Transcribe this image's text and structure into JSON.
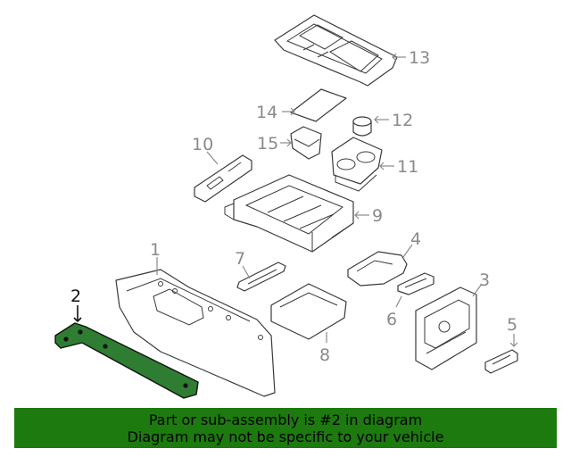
{
  "callouts": {
    "c1": "1",
    "c2": "2",
    "c3": "3",
    "c4": "4",
    "c5": "5",
    "c6": "6",
    "c7": "7",
    "c8": "8",
    "c9": "9",
    "c10": "10",
    "c11": "11",
    "c12": "12",
    "c13": "13",
    "c14": "14",
    "c15": "15"
  },
  "highlight_part": "2",
  "colors": {
    "highlight": "#2f7d32",
    "banner": "#1c7a0e",
    "callout_gray": "#8a8a8a"
  },
  "banner": {
    "line1": "Part or sub-assembly is #2 in diagram",
    "line2": "Diagram may not be specific to your vehicle"
  }
}
